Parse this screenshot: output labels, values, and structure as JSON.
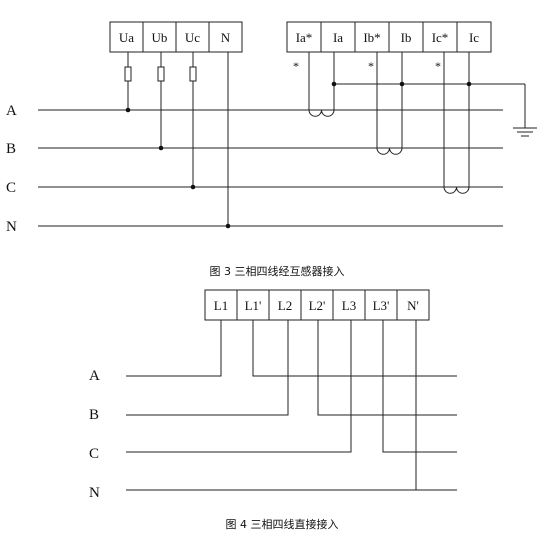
{
  "figure3": {
    "voltage_terminals": [
      "Ua",
      "Ub",
      "Uc",
      "N"
    ],
    "current_terminals": [
      "Ia*",
      "Ia",
      "Ib*",
      "Ib",
      "Ic*",
      "Ic"
    ],
    "polarity_mark": "*",
    "phases": [
      "A",
      "B",
      "C",
      "N"
    ],
    "caption": "图 3  三相四线经互感器接入"
  },
  "figure4": {
    "terminals": [
      "L1",
      "L1'",
      "L2",
      "L2'",
      "L3",
      "L3'",
      "N'"
    ],
    "phases": [
      "A",
      "B",
      "C",
      "N"
    ],
    "caption": "图 4  三相四线直接接入"
  }
}
